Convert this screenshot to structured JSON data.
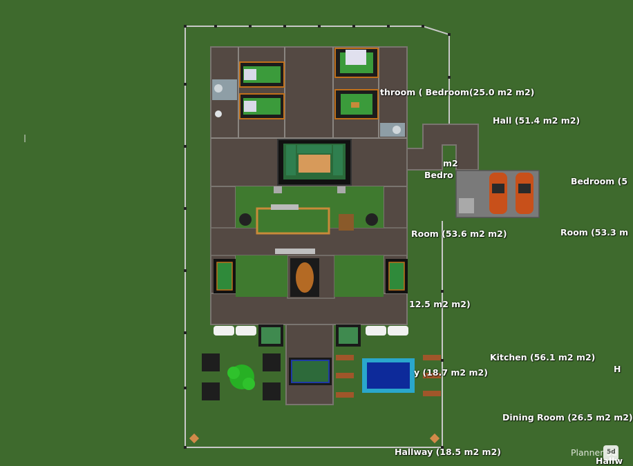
{
  "app": {
    "watermark": "Planner 5d",
    "watermark_icon": "5d"
  },
  "colors": {
    "grass": "#3e6a2d",
    "floor": "#544943",
    "wall": "#7a7570",
    "courtyard": "#3f7a2f",
    "pool": "#0d2a9a",
    "pool_edge": "#2aa7cc"
  },
  "room_labels": [
    {
      "key": "bathroom_bedroom",
      "text": "throom ( Bedroom(25.0 m2 m2)"
    },
    {
      "key": "hall",
      "text": "Hall (51.4 m2 m2)"
    },
    {
      "key": "m2_fragment",
      "text": "m2"
    },
    {
      "key": "bedroom_fragment",
      "text": "Bedro"
    },
    {
      "key": "bedroom_right",
      "text": "Bedroom (5"
    },
    {
      "key": "room_536",
      "text": "Room (53.6 m2 m2)"
    },
    {
      "key": "room_533",
      "text": "Room (53.3 m"
    },
    {
      "key": "room_125",
      "text": "12.5 m2 m2)"
    },
    {
      "key": "kitchen",
      "text": "Kitchen (56.1 m2 m2)"
    },
    {
      "key": "right_edge_h",
      "text": "H"
    },
    {
      "key": "y_187",
      "text": "y (18.7 m2 m2)"
    },
    {
      "key": "dining_room",
      "text": "Dining Room (26.5 m2 m2)"
    },
    {
      "key": "hallway_185",
      "text": "Hallway (18.5 m2 m2)"
    },
    {
      "key": "hallw_fragment",
      "text": "Hallw"
    }
  ],
  "icons": [
    "car-icon",
    "tree-icon",
    "pool-icon",
    "bed-icon",
    "sofa-icon",
    "table-icon",
    "chair-icon"
  ]
}
